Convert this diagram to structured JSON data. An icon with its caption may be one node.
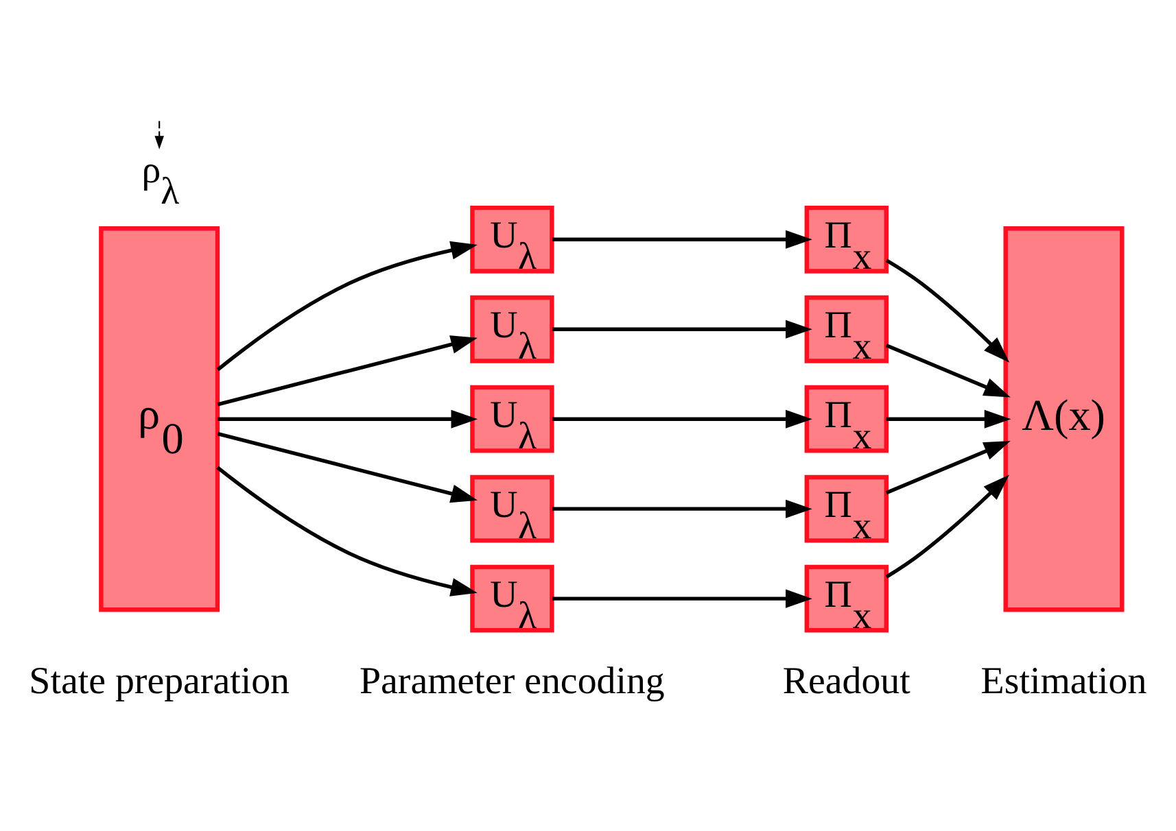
{
  "diagram": {
    "nodes": [
      {
        "text": [
          "ρ$_{0}$"
        ]
      },
      {
        "text": [
          "U$_{λ}$"
        ]
      },
      {
        "text": [
          "U$_{λ}$"
        ]
      },
      {
        "text": [
          "U$_{λ}$"
        ]
      },
      {
        "text": [
          "U$_{λ}$"
        ]
      },
      {
        "text": [
          "U$_{λ}$"
        ]
      },
      {
        "text": [
          "Π$_{x}$"
        ]
      },
      {
        "text": [
          "Π$_{x}$"
        ]
      },
      {
        "text": [
          "Π$_{x}$"
        ]
      },
      {
        "text": [
          "Π$_{x}$"
        ]
      },
      {
        "text": [
          "Π$_{x}$"
        ]
      },
      {
        "text": [
          "Λ(x)"
        ]
      },
      {
        "text": [
          "ρ$_{λ}$"
        ]
      }
    ],
    "edges": [
      {
        "from": 0,
        "to": 1,
        "arrow": "to"
      },
      {
        "from": 0,
        "to": 2,
        "arrow": "to"
      },
      {
        "from": 0,
        "to": 3,
        "arrow": "to"
      },
      {
        "from": 0,
        "to": 4,
        "arrow": "to"
      },
      {
        "from": 0,
        "to": 5,
        "arrow": "to"
      },
      {
        "from": 1,
        "to": 6,
        "arrow": "to"
      },
      {
        "from": 2,
        "to": 7,
        "arrow": "to"
      },
      {
        "from": 3,
        "to": 8,
        "arrow": "to"
      },
      {
        "from": 4,
        "to": 9,
        "arrow": "to"
      },
      {
        "from": 5,
        "to": 10,
        "arrow": "to"
      },
      {
        "from": 6,
        "to": 11,
        "arrow": "to"
      },
      {
        "from": 7,
        "to": 11,
        "arrow": "to"
      },
      {
        "from": 8,
        "to": 11,
        "arrow": "to"
      },
      {
        "from": 9,
        "to": 11,
        "arrow": "to"
      },
      {
        "from": 10,
        "to": 11,
        "arrow": "to"
      },
      {
        "from": null,
        "to": 12,
        "arrow": "to",
        "style": "dashed"
      }
    ],
    "labels": [
      "State preparation",
      "Parameter encoding",
      "Readout",
      "Estimation"
    ]
  }
}
